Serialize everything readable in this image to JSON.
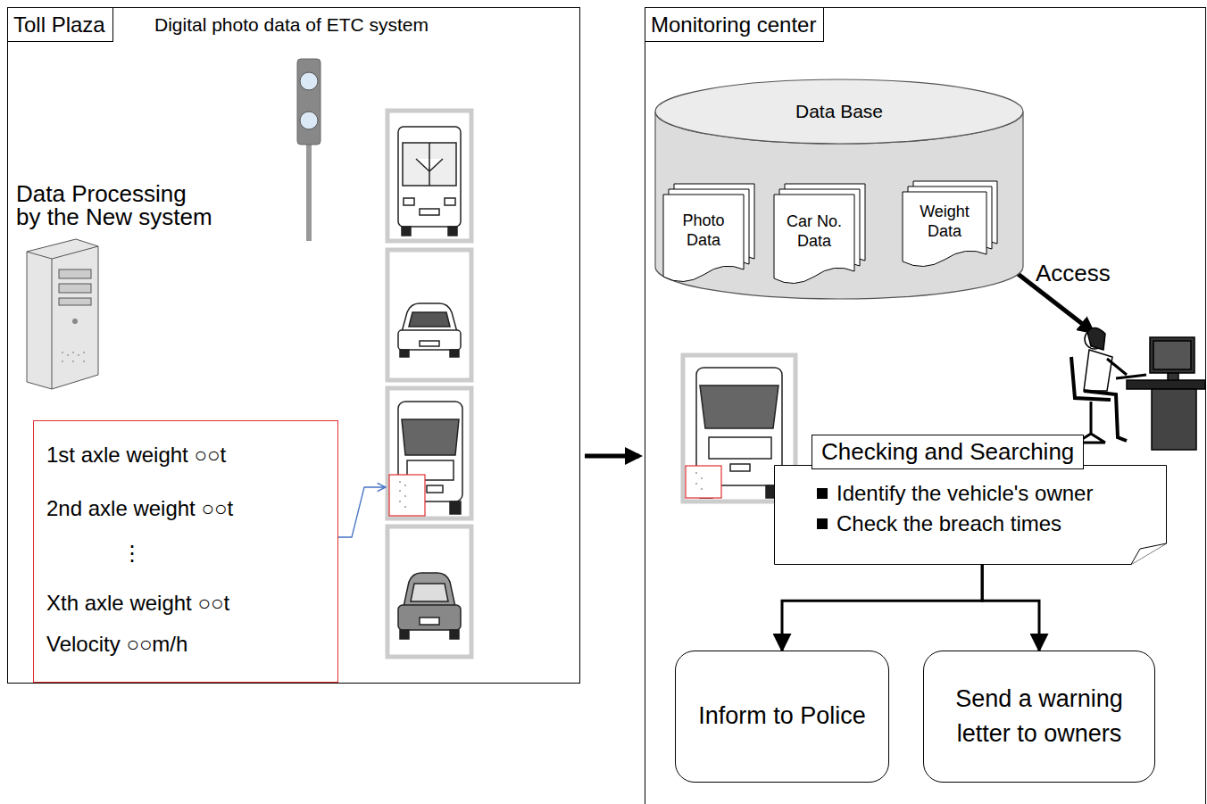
{
  "diagram": {
    "nodes": [
      {
        "text": [
          "Toll Plaza",
          "Digital photo data of ETC system"
        ]
      },
      {
        "text": [
          "1st axle weight ○○t",
          "2nd axle weight ○○t",
          "⋮",
          "Xth axle weight ○○t",
          "Velocity ○○m/h"
        ],
        "in": 0
      },
      {
        "text": [
          "Monitoring center"
        ]
      },
      {
        "text": [
          "Data Base"
        ],
        "in": 2
      },
      {
        "text": [
          "Photo Data"
        ],
        "in": 3
      },
      {
        "text": [
          "Car No. Data"
        ],
        "in": 3
      },
      {
        "text": [
          "Weight Data"
        ],
        "in": 3
      },
      {
        "text": [
          "Checking and Searching",
          "Identify the vehicle's owner",
          "Check the breach times"
        ],
        "in": 2
      },
      {
        "text": [
          "Inform to Police"
        ],
        "in": 2
      },
      {
        "text": [
          "Send a warning letter to owners"
        ],
        "in": 2
      }
    ],
    "edges": [
      {
        "from": 0,
        "to": 2,
        "arrow": "to"
      },
      {
        "from": 7,
        "to": 8,
        "arrow": "to"
      },
      {
        "from": 7,
        "to": 9,
        "arrow": "to"
      }
    ],
    "labels": [
      "Data Processing by the New system",
      "Access"
    ]
  }
}
